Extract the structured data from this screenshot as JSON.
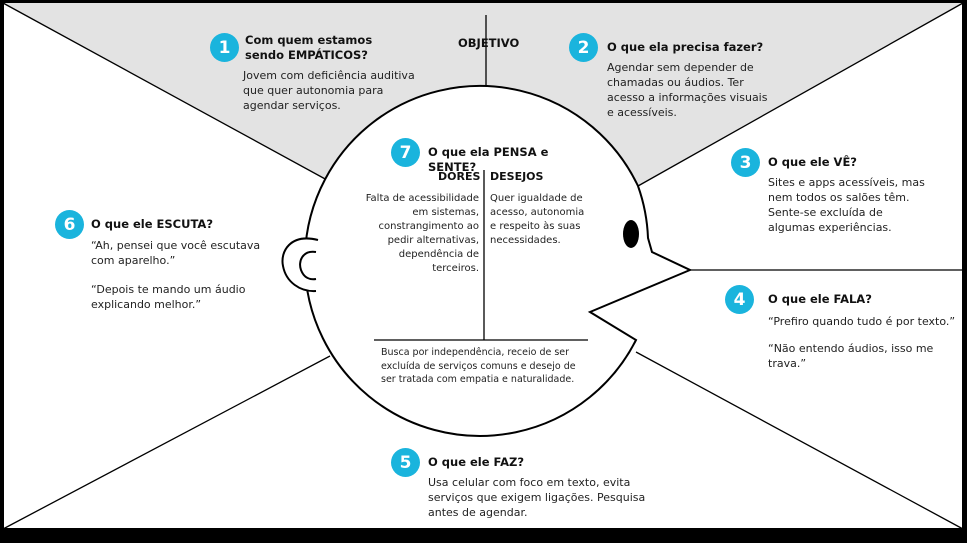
{
  "objective_label": "OBJETIVO",
  "sections": {
    "s1": {
      "number": "1",
      "title": "Com quem estamos sendo EMPÁTICOS?",
      "text": "Jovem com deficiência auditiva que quer autonomia para agendar serviços."
    },
    "s2": {
      "number": "2",
      "title": "O que ela precisa fazer?",
      "text": "Agendar sem depender de chamadas ou áudios. Ter acesso a informações visuais e acessíveis."
    },
    "s3": {
      "number": "3",
      "title": "O que ele VÊ?",
      "text": "Sites e apps acessíveis, mas nem todos os salões têm. Sente-se excluída de algumas experiências."
    },
    "s4": {
      "number": "4",
      "title": "O que ele FALA?",
      "quote1": "“Prefiro quando tudo é por texto.”",
      "quote2": "“Não entendo áudios, isso me trava.”"
    },
    "s5": {
      "number": "5",
      "title": "O que ele FAZ?",
      "text": "Usa celular com foco em texto, evita serviços que exigem ligações. Pesquisa antes de agendar."
    },
    "s6": {
      "number": "6",
      "title": "O que ele ESCUTA?",
      "quote1": "“Ah, pensei que você escutava com aparelho.”",
      "quote2": "“Depois te mando um áudio explicando melhor.”"
    },
    "s7": {
      "number": "7",
      "title": "O que ela PENSA e SENTE?",
      "pains_label": "DORES",
      "gains_label": "DESEJOS",
      "pains_text": "Falta de acessibilidade em sistemas, constrangimento ao pedir alternativas, dependência de terceiros.",
      "gains_text": "Quer igualdade de acesso, autonomia e respeito às suas necessidades.",
      "bottom_text": "Busca por independência, receio de ser excluída de serviços comuns e desejo de ser tratada com empatia e naturalidade."
    }
  },
  "colors": {
    "badge": "#1ab4dd",
    "top_area": "#e3e3e3",
    "board": "#ffffff",
    "frame": "#000000"
  }
}
